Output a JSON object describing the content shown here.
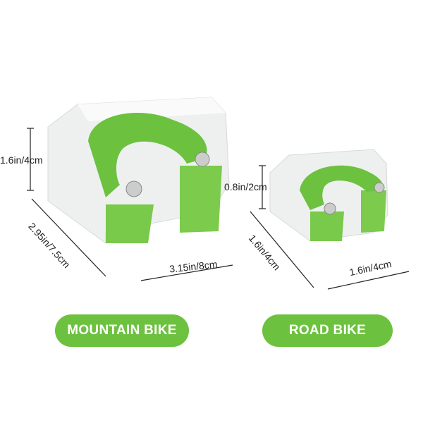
{
  "colors": {
    "green": "#6cc13e",
    "white_body": "#f4f5f5",
    "line": "#222222"
  },
  "dimensions": {
    "mountain_height": "1.6in/4cm",
    "mountain_depth": "2.95in/7.5cm",
    "mountain_width": "3.15in/8cm",
    "road_height": "0.8in/2cm",
    "road_depth": "1.6in/4cm",
    "road_width": "1.6in/4cm"
  },
  "labels": {
    "mountain": "MOUNTAIN BIKE",
    "road": "ROAD BIKE"
  }
}
